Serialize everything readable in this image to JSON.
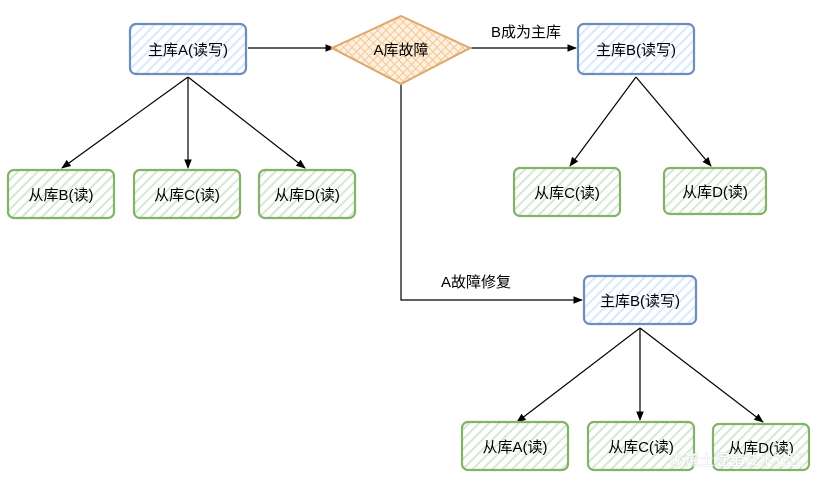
{
  "colors": {
    "primary_fill": "#dae8fc",
    "primary_stroke": "#6c8ebf",
    "replica_fill": "#d5e8d4",
    "replica_stroke": "#82b366",
    "failure_fill": "#fad7ac",
    "failure_stroke": "#e0a76b",
    "edge": "#000000"
  },
  "nodes": {
    "primary_a": "主库A(读写)",
    "replica_b_1": "从库B(读)",
    "replica_c_1": "从库C(读)",
    "replica_d_1": "从库D(读)",
    "failure": "A库故障",
    "primary_b_1": "主库B(读写)",
    "replica_c_2": "从库C(读)",
    "replica_d_2": "从库D(读)",
    "primary_b_2": "主库B(读写)",
    "replica_a_3": "从库A(读)",
    "replica_c_3": "从库C(读)",
    "replica_d_3": "从库D(读)"
  },
  "edge_labels": {
    "promote_b": "B成为主库",
    "a_repaired": "A故障修复"
  },
  "watermark": "@稀土掘金技术社区"
}
